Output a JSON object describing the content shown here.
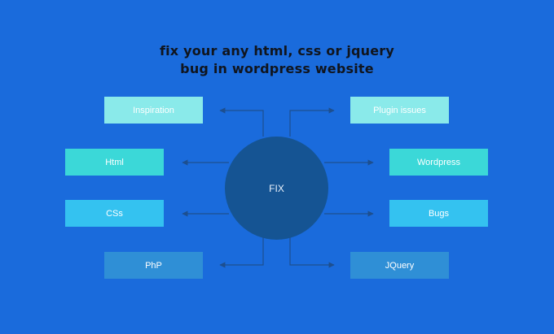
{
  "title": {
    "line1": "fix your any html, css or jquery",
    "line2": "bug in wordpress website"
  },
  "hub": {
    "label": "FIX"
  },
  "nodes": {
    "inspiration": "Inspiration",
    "html": "Html",
    "css": "CSs",
    "php": "PhP",
    "plugin_issues": "Plugin issues",
    "wordpress": "Wordpress",
    "bugs": "Bugs",
    "jquery": "JQuery"
  },
  "colors": {
    "background": "#1a6bdc",
    "hub": "#155493",
    "connector": "#1d4f8f",
    "node_row1": "#8aeaea",
    "node_row2": "#3bd8d8",
    "node_row3": "#34c2f0",
    "node_row4": "#2f8fd6"
  }
}
